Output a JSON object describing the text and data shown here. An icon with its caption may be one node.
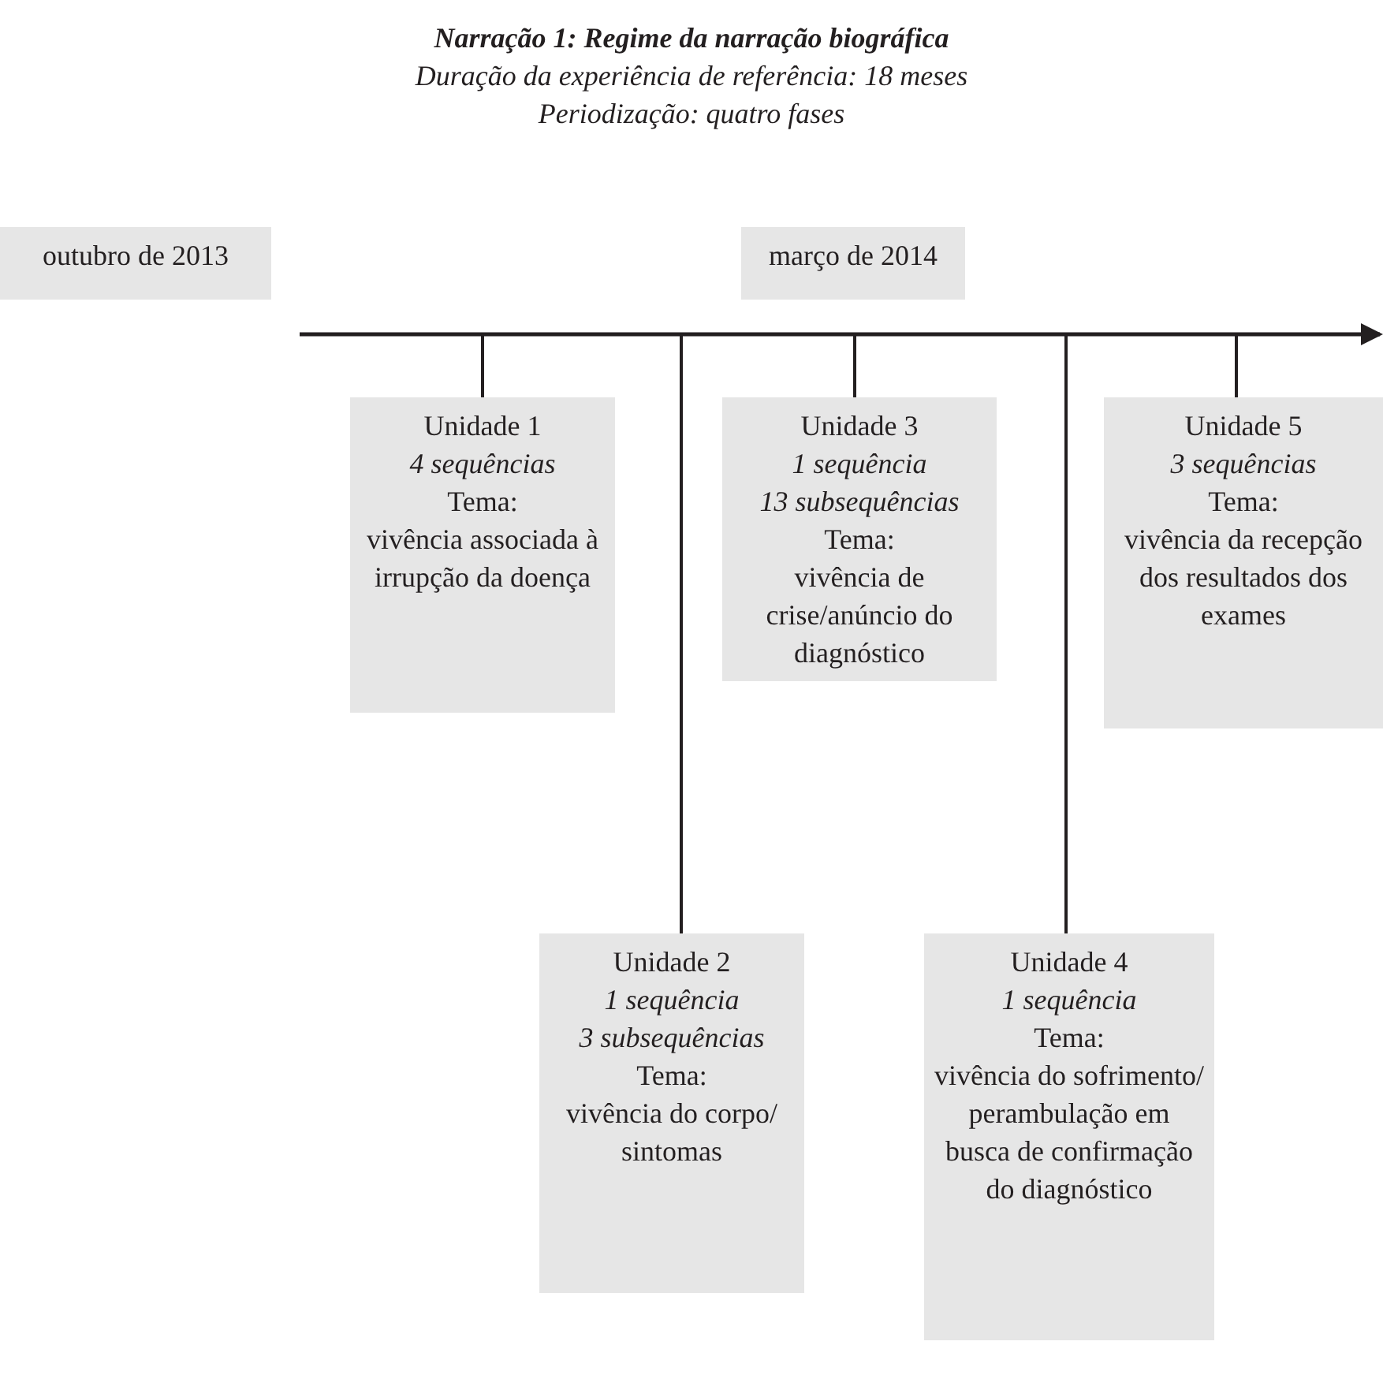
{
  "diagram": {
    "title": "Narração 1: Regime da narração biográfica",
    "nodes": [
      {
        "text": [
          "outubro de 2013"
        ]
      },
      {
        "text": [
          "março de 2014"
        ]
      },
      {
        "text": [],
        "shape": "bar"
      },
      {
        "text": [
          "Unidade 1",
          "4 sequências",
          "Tema:",
          "vivência associada à irrupção da doença"
        ]
      },
      {
        "text": [
          "Unidade 2",
          "1 sequência",
          "3 subsequências",
          "Tema:",
          "vivência do corpo/ sintomas"
        ]
      },
      {
        "text": [
          "Unidade 3",
          "1 sequência",
          "13 subsequências",
          "Tema:",
          "vivência de crise/anúncio do diagnóstico"
        ]
      },
      {
        "text": [
          "Unidade 4",
          "1 sequência",
          "Tema:",
          "vivência do sofrimento/ perambulação em busca de confirmação do diagnóstico"
        ]
      },
      {
        "text": [
          "Unidade 5",
          "3 sequências",
          "Tema:",
          "vivência da recepção dos resultados dos exames"
        ]
      }
    ],
    "edges": [
      {
        "from": 2,
        "to": 3,
        "arrow": "none"
      },
      {
        "from": 2,
        "to": 4,
        "arrow": "none"
      },
      {
        "from": 2,
        "to": 5,
        "arrow": "none"
      },
      {
        "from": 2,
        "to": 6,
        "arrow": "none"
      },
      {
        "from": 2,
        "to": 7,
        "arrow": "none"
      }
    ],
    "labels": [
      "Duração da experiência de referência: 18 meses",
      "Periodização: quatro fases"
    ]
  }
}
